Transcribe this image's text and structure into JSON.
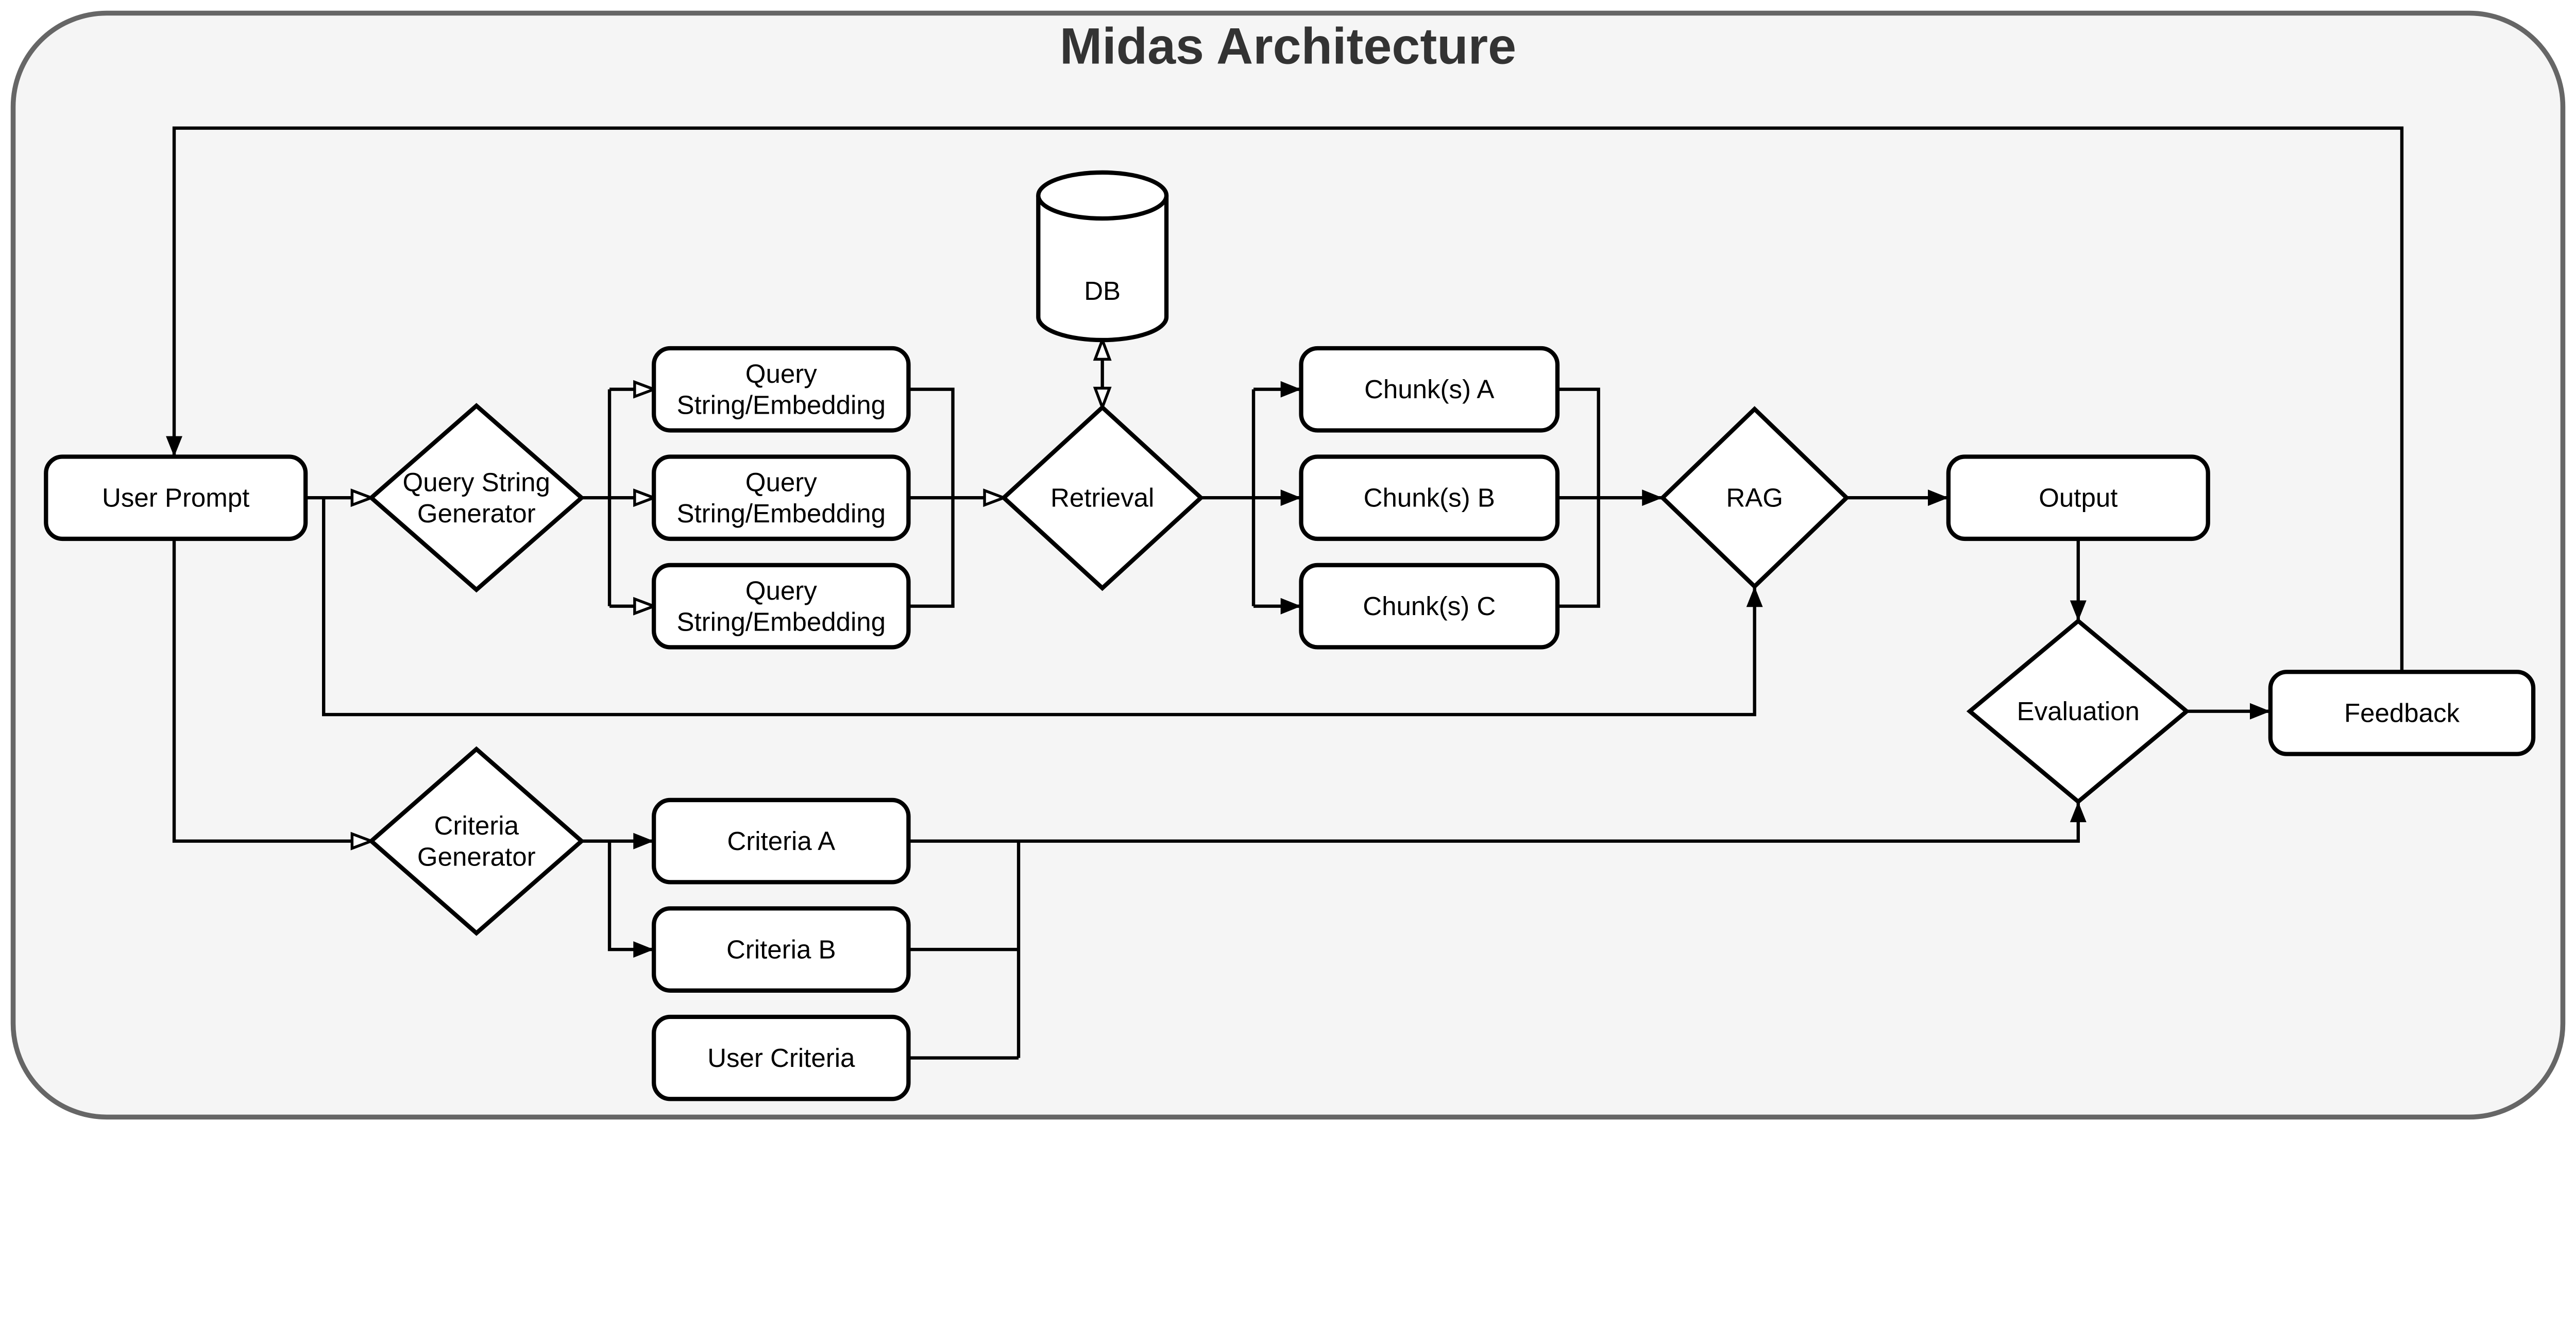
{
  "title": "Midas Architecture",
  "colors": {
    "page_background": "#ffffff",
    "canvas_fill": "#f5f5f5",
    "canvas_border": "#666666",
    "shape_fill": "#ffffff",
    "line_color": "#000000",
    "title_color": "#333333"
  },
  "nodes": {
    "user_prompt": {
      "label": "User Prompt",
      "shape": "rounded-rect"
    },
    "query_string_generator": {
      "line1": "Query String",
      "line2": "Generator",
      "shape": "diamond"
    },
    "query_embedding_1": {
      "line1": "Query",
      "line2": "String/Embedding",
      "shape": "rounded-rect"
    },
    "query_embedding_2": {
      "line1": "Query",
      "line2": "String/Embedding",
      "shape": "rounded-rect"
    },
    "query_embedding_3": {
      "line1": "Query",
      "line2": "String/Embedding",
      "shape": "rounded-rect"
    },
    "db": {
      "label": "DB",
      "shape": "cylinder"
    },
    "retrieval": {
      "label": "Retrieval",
      "shape": "diamond"
    },
    "chunks_a": {
      "label": "Chunk(s) A",
      "shape": "rounded-rect"
    },
    "chunks_b": {
      "label": "Chunk(s) B",
      "shape": "rounded-rect"
    },
    "chunks_c": {
      "label": "Chunk(s) C",
      "shape": "rounded-rect"
    },
    "rag": {
      "label": "RAG",
      "shape": "diamond"
    },
    "output": {
      "label": "Output",
      "shape": "rounded-rect"
    },
    "evaluation": {
      "label": "Evaluation",
      "shape": "diamond"
    },
    "feedback": {
      "label": "Feedback",
      "shape": "rounded-rect"
    },
    "criteria_generator": {
      "line1": "Criteria",
      "line2": "Generator",
      "shape": "diamond"
    },
    "criteria_a": {
      "label": "Criteria A",
      "shape": "rounded-rect"
    },
    "criteria_b": {
      "label": "Criteria B",
      "shape": "rounded-rect"
    },
    "user_criteria": {
      "label": "User Criteria",
      "shape": "rounded-rect"
    }
  },
  "edges": [
    {
      "from": "feedback",
      "to": "user_prompt",
      "arrowhead": "solid",
      "route": "up-across-top-down"
    },
    {
      "from": "user_prompt",
      "to": "query_string_generator",
      "arrowhead": "open"
    },
    {
      "from": "query_string_generator",
      "to": "query_embedding_1",
      "arrowhead": "open"
    },
    {
      "from": "query_string_generator",
      "to": "query_embedding_2",
      "arrowhead": "open"
    },
    {
      "from": "query_string_generator",
      "to": "query_embedding_3",
      "arrowhead": "open"
    },
    {
      "from": "query_embedding_1|2|3",
      "to": "retrieval",
      "arrowhead": "open",
      "route": "merge"
    },
    {
      "from": "db",
      "to": "retrieval",
      "arrowhead": "open-both-ends",
      "route": "vertical"
    },
    {
      "from": "retrieval",
      "to": "chunks_a",
      "arrowhead": "solid"
    },
    {
      "from": "retrieval",
      "to": "chunks_b",
      "arrowhead": "solid"
    },
    {
      "from": "retrieval",
      "to": "chunks_c",
      "arrowhead": "solid"
    },
    {
      "from": "chunks_a|b|c",
      "to": "rag",
      "arrowhead": "solid",
      "route": "merge"
    },
    {
      "from": "user_prompt",
      "to": "rag",
      "arrowhead": "solid",
      "route": "bypass-below"
    },
    {
      "from": "rag",
      "to": "output",
      "arrowhead": "solid"
    },
    {
      "from": "output",
      "to": "evaluation",
      "arrowhead": "solid"
    },
    {
      "from": "evaluation",
      "to": "feedback",
      "arrowhead": "solid"
    },
    {
      "from": "user_prompt",
      "to": "criteria_generator",
      "arrowhead": "open"
    },
    {
      "from": "criteria_generator",
      "to": "criteria_a",
      "arrowhead": "solid"
    },
    {
      "from": "criteria_generator",
      "to": "criteria_b",
      "arrowhead": "solid"
    },
    {
      "from": "criteria_a|criteria_b|user_criteria",
      "to": "evaluation",
      "arrowhead": "solid",
      "route": "merge-long"
    }
  ]
}
